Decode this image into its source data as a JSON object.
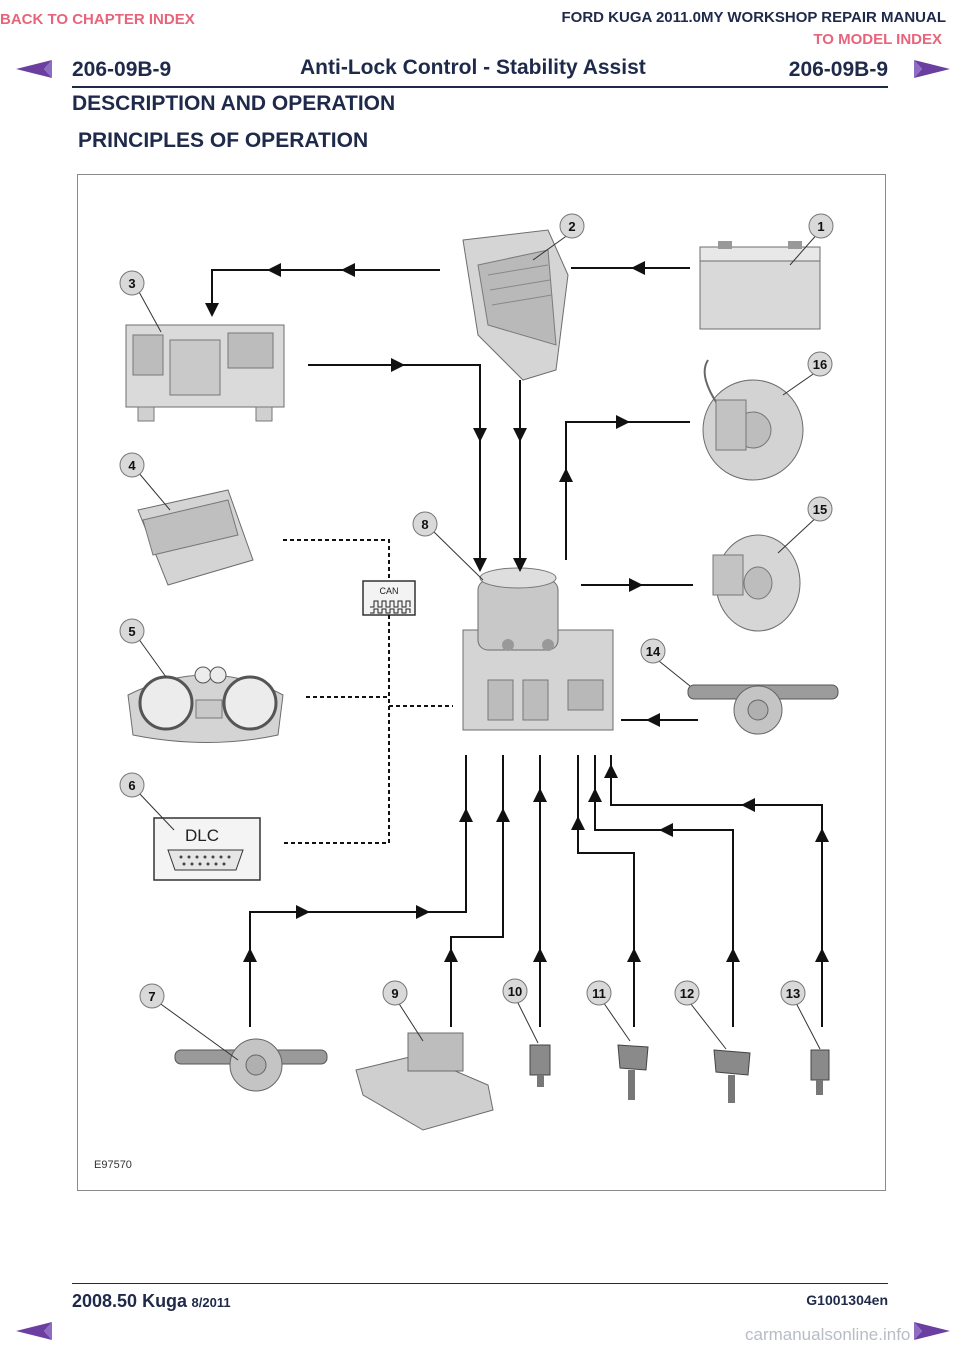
{
  "nav": {
    "back_chapter": "BACK TO CHAPTER INDEX",
    "manual_title": "FORD KUGA 2011.0MY WORKSHOP REPAIR MANUAL",
    "to_model": "TO MODEL INDEX"
  },
  "header": {
    "section_left": "206-09B-9",
    "title": "Anti-Lock Control - Stability Assist",
    "section_right": "206-09B-9",
    "subheading": "DESCRIPTION AND OPERATION"
  },
  "content": {
    "heading": "PRINCIPLES OF OPERATION"
  },
  "figure": {
    "id": "E97570",
    "labels": {
      "n1": "1",
      "n2": "2",
      "n3": "3",
      "n4": "4",
      "n5": "5",
      "n6": "6",
      "n7": "7",
      "n8": "8",
      "n9": "9",
      "n10": "10",
      "n11": "11",
      "n12": "12",
      "n13": "13",
      "n14": "14",
      "n15": "15",
      "n16": "16"
    },
    "can_text": "CAN",
    "dlc_text": "DLC"
  },
  "footer": {
    "model": "2008.50 Kuga",
    "date": "8/2011",
    "code": "G1001304en",
    "watermark": "carmanualsonline.info"
  },
  "colors": {
    "navy": "#1f2a4a",
    "link_pink": "#e8647a",
    "arrow_purple": "#6a3fa0"
  }
}
